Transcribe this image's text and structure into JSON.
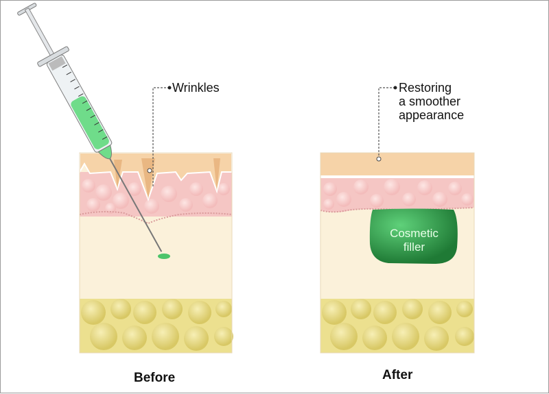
{
  "labels": {
    "wrinkles": "Wrinkles",
    "restoring_line1": "Restoring",
    "restoring_line2": "a smoother",
    "restoring_line3": "appearance",
    "filler_line1": "Cosmetic",
    "filler_line2": "filler",
    "before": "Before",
    "after": "After"
  },
  "colors": {
    "epidermis": "#f6d3a8",
    "dermis": "#f5c6c4",
    "subcutis": "#fbf1da",
    "fat": "#e9dc84",
    "filler": "#2f9d48",
    "syringe_liquid": "#6fdc8a"
  }
}
